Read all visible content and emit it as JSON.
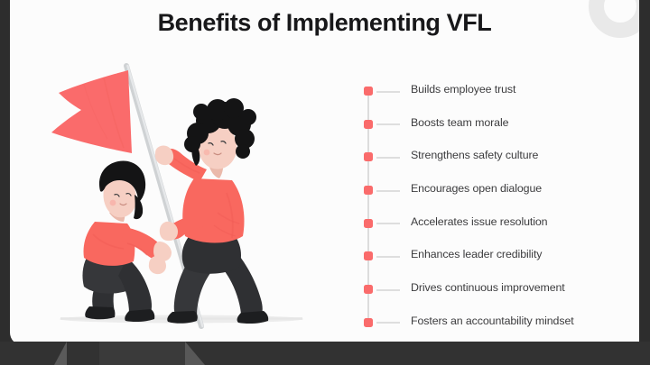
{
  "slide": {
    "title": "Benefits of Implementing VFL",
    "background_color": "#fcfcfc",
    "accent_color": "#fa6b6b",
    "text_color": "#3c3c3e",
    "rail_color": "#dcdcdc"
  },
  "frame": {
    "bezel_color": "#2d2d2d",
    "stand_color": "#3a3a3a"
  },
  "decor": {
    "ring_color": "#e9e9e9"
  },
  "benefits": [
    {
      "label": "Builds employee trust"
    },
    {
      "label": "Boosts team morale"
    },
    {
      "label": "Strengthens safety culture"
    },
    {
      "label": "Encourages open dialogue"
    },
    {
      "label": "Accelerates issue resolution"
    },
    {
      "label": "Enhances leader credibility"
    },
    {
      "label": "Drives continuous improvement"
    },
    {
      "label": "Fosters an accountability mindset"
    }
  ],
  "illustration": {
    "name": "two-people-raising-red-flag",
    "flag_color": "#fa6b6b",
    "pole_color": "#d4d6d8",
    "shirt_color": "#f9685f",
    "pants_color": "#2f3033",
    "hair_color": "#141415",
    "skin_color": "#f6cfc3",
    "ground_color": "#ececec"
  }
}
